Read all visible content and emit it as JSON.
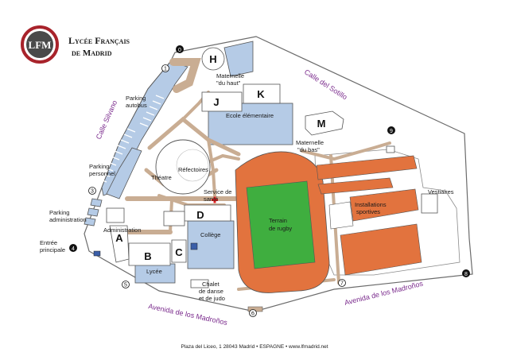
{
  "logo": {
    "monogram": "LFM",
    "line1": "Lycée Français",
    "line2": "de Madrid"
  },
  "colors": {
    "blue_zone": "#b5cbe6",
    "path": "#c9ad93",
    "track": "#e2733e",
    "field": "#3fae3f",
    "logo_red": "#a8232b",
    "street_text": "#7a2a8c"
  },
  "buildings": {
    "A": "A",
    "B": "B",
    "C": "C",
    "D": "D",
    "H": "H",
    "J": "J",
    "K": "K",
    "M": "M"
  },
  "labels": {
    "maternelle_haut_1": "Maternelle",
    "maternelle_haut_2": "\"du haut\"",
    "parking_autobus_1": "Parking",
    "parking_autobus_2": "autobus",
    "ecole_elementaire": "Ecole élémentaire",
    "maternelle_bas_1": "Maternelle",
    "maternelle_bas_2": "\"du bas\"",
    "parking_personnel_1": "Parking",
    "parking_personnel_2": "personnel",
    "theatre": "Théatre",
    "refectoires": "Réfectoires",
    "service_sante_1": "Service de",
    "service_sante_2": "santé",
    "vestiaires": "Vestiaires",
    "terrain_1": "Terrain",
    "terrain_2": "de  rugby",
    "installations_1": "Installations",
    "installations_2": "sportives",
    "parking_admin_1": "Parking",
    "parking_admin_2": "administration",
    "entree_1": "Entrée",
    "entree_2": "principale",
    "administration": "Administration",
    "college": "Collège",
    "lycee": "Lycée",
    "chalet_1": "Chalet",
    "chalet_2": "de danse",
    "chalet_3": "et de judo"
  },
  "streets": {
    "silvano": "Calle Silvano",
    "sotillo": "Calle del Sotillo",
    "madronos_left": "Avenida de los Madroños",
    "madronos_right": "Avenida de los Madroños"
  },
  "entrances": {
    "e0": "0",
    "e1": "1",
    "e3": "3",
    "e4": "4",
    "e5": "5",
    "e6": "6",
    "e7": "7",
    "e8": "8",
    "e9": "9"
  },
  "footer": "Plaza del Liceo, 1  28043 Madrid • ESPAGNE • www.lfmadrid.net"
}
